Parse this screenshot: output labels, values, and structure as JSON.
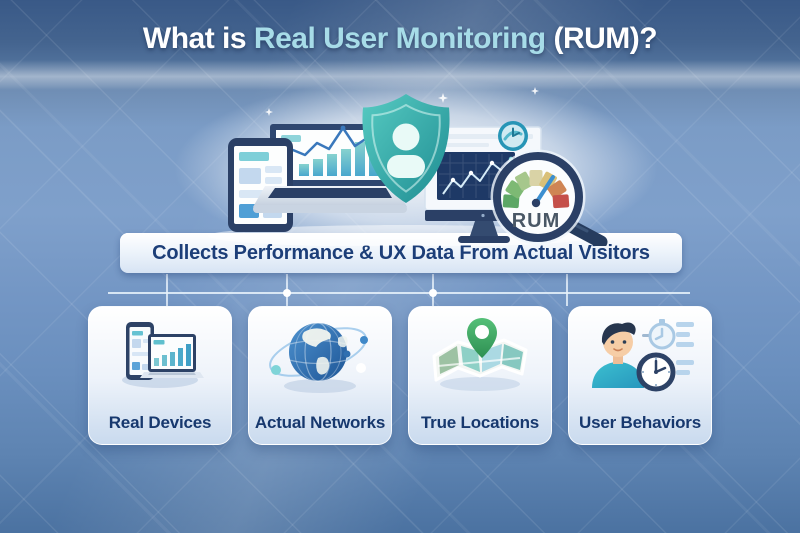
{
  "title": {
    "part1": "What is ",
    "part2": "Real User Monitoring",
    "part3": " (RUM)?"
  },
  "banner": {
    "text": "Collects Performance & UX Data From Actual Visitors"
  },
  "hero": {
    "magnifier_label": "RUM",
    "icons": [
      "phone-icon",
      "laptop-chart-icon",
      "shield-user-icon",
      "monitor-chart-icon",
      "clock-icon",
      "magnifier-gauge-icon"
    ]
  },
  "cards": [
    {
      "label": "Real Devices",
      "icon": "devices-icon"
    },
    {
      "label": "Actual Networks",
      "icon": "globe-network-icon"
    },
    {
      "label": "True Locations",
      "icon": "map-pin-icon"
    },
    {
      "label": "User Behaviors",
      "icon": "user-behaviors-icon"
    }
  ],
  "colors": {
    "background_blue": "#7396c4",
    "top_bar_blue": "#395987",
    "title_highlight": "#a7dce8",
    "title_white": "#ffffff",
    "banner_text_navy": "#1c3e78",
    "card_label_navy": "#17386e",
    "shield_teal": "#2aa3a6",
    "pin_green": "#3fae62",
    "gauge_segments": [
      "#5ca765",
      "#7db974",
      "#a6c78c",
      "#d9d3a6",
      "#d9c078",
      "#cf8554",
      "#c5504a"
    ],
    "needle_blue": "#3c8fd0",
    "magnifier_rim_navy": "#2b4066"
  }
}
